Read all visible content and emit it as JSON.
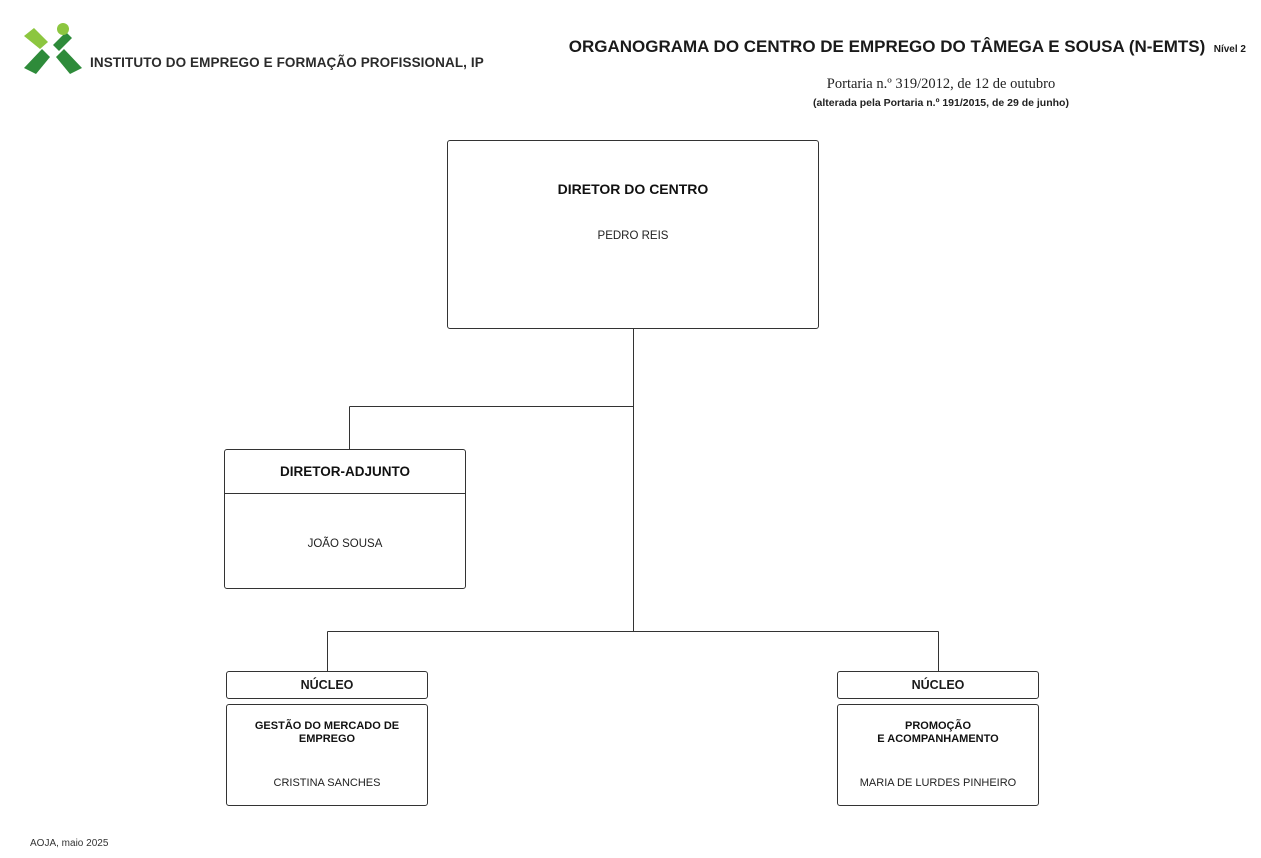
{
  "header": {
    "organization": "INSTITUTO DO EMPREGO E FORMAÇÃO PROFISSIONAL, IP",
    "logo_icon": "iefp-x-logo-icon",
    "title": "ORGANOGRAMA DO CENTRO DE EMPREGO DO TÂMEGA  E SOUSA (N-EMTS)",
    "level": "Nível 2",
    "subtitle": "Portaria n.º 319/2012, de 12 de outubro",
    "subtitle_note": "(alterada pela Portaria n.º 191/2015, de 29 de junho)"
  },
  "colors": {
    "logo_dark_green": "#2e8b3a",
    "logo_light_green": "#8cc63f",
    "line": "#333333"
  },
  "chart": {
    "director": {
      "title": "DIRETOR DO CENTRO",
      "name": "PEDRO REIS"
    },
    "deputy": {
      "title": "DIRETOR-ADJUNTO",
      "name": "JOÃO SOUSA"
    },
    "units": [
      {
        "label": "NÚCLEO",
        "title_lines": [
          "GESTÃO DO MERCADO DE EMPREGO"
        ],
        "name": "CRISTINA SANCHES"
      },
      {
        "label": "NÚCLEO",
        "title_lines": [
          "PROMOÇÃO",
          "E ACOMPANHAMENTO"
        ],
        "name": "MARIA DE LURDES PINHEIRO"
      }
    ]
  },
  "footer": {
    "text": "AOJA, maio 2025"
  }
}
